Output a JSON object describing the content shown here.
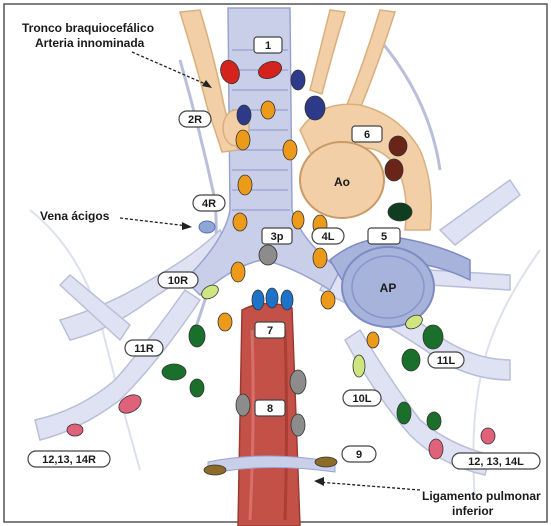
{
  "labels": {
    "tronco": "Tronco braquiocefálico",
    "arteria": "Arteria innominada",
    "vena": "Vena ácigos",
    "ligamento": "Ligamento pulmonar",
    "inferior": "inferior"
  },
  "structures": {
    "aorta": "Ao",
    "pulmonary_artery": "AP"
  },
  "stations": {
    "s1": "1",
    "s2r": "2R",
    "s3p": "3p",
    "s4r": "4R",
    "s4l": "4L",
    "s5": "5",
    "s6": "6",
    "s7": "7",
    "s8": "8",
    "s9": "9",
    "s10r": "10R",
    "s10l": "10L",
    "s11r": "11R",
    "s11l": "11L",
    "s12r": "12,13, 14R",
    "s12l": "12, 13, 14L"
  },
  "colors": {
    "frame": "#555555",
    "airway": "#c9cfe9",
    "airway_ring": "#aab2da",
    "esophagus": "#c45148",
    "aorta_vessel": "#f2cfa6",
    "pulmonary_artery": "#a8b3dc",
    "node_red": "#d4231c",
    "node_orange": "#eb9a1a",
    "node_blue": "#2d3a8a",
    "node_green": "#1a6f2a",
    "node_darkgreen": "#0f3d1f",
    "node_darkred": "#6b2418",
    "node_pink": "#e0627a",
    "node_yellowgreen": "#cfe680",
    "node_gray": "#8c8c8c",
    "node_olive": "#8c6a28",
    "node_esophagus_blue": "#1e73c9"
  }
}
